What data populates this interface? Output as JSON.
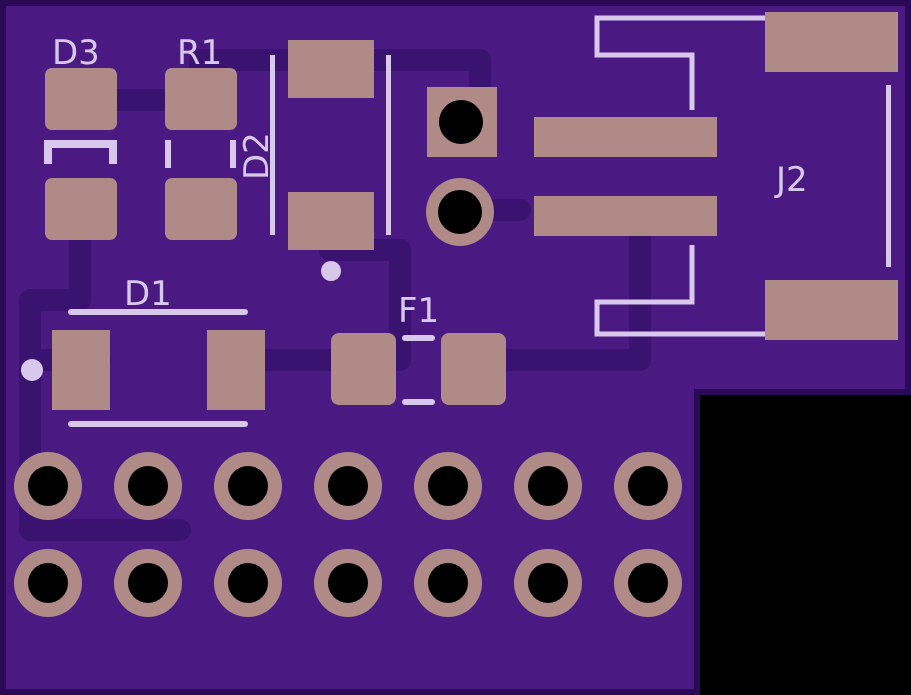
{
  "colors": {
    "background": "#000000",
    "board": "#4a1a82",
    "board_outline": "#2a0a55",
    "trace": "#3a1270",
    "pad": "#b08a86",
    "drill": "#000000",
    "silkscreen": "#d8c8ec"
  },
  "labels": {
    "d3": "D3",
    "r1": "R1",
    "d2": "D2",
    "d1": "D1",
    "f1": "F1",
    "j2": "J2"
  }
}
